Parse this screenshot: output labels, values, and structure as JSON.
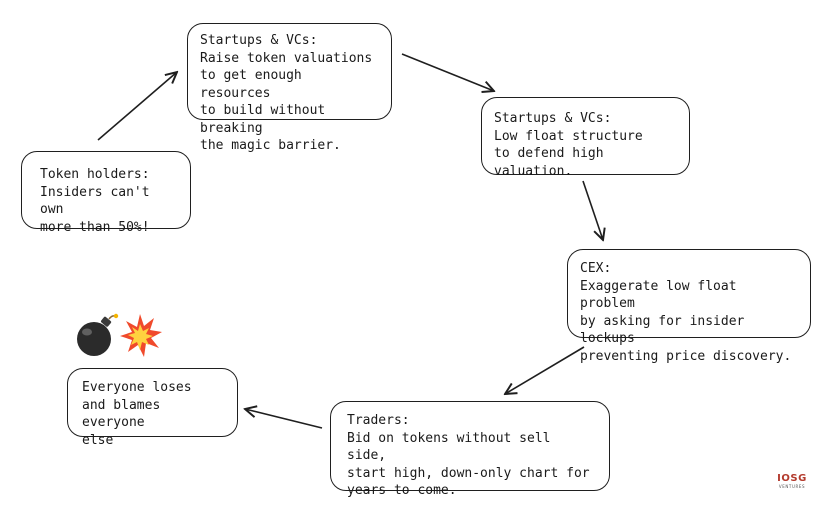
{
  "nodes": {
    "token_holders": "Token holders:\nInsiders can't own\nmore than 50%!",
    "raise_valuations": "Startups & VCs:\nRaise token valuations\nto get enough resources\nto build without breaking\nthe magic barrier.",
    "low_float": "Startups & VCs:\nLow float structure\nto defend high valuation.",
    "cex": "CEX:\nExaggerate low float problem\nby asking for insider lockups\npreventing price discovery.",
    "traders": "Traders:\nBid on tokens without sell side,\nstart high, down-only chart for\nyears to come.",
    "everyone_loses": "Everyone loses\nand blames everyone\nelse"
  },
  "decorations": {
    "emoji": [
      "bomb-icon",
      "explosion-icon"
    ]
  },
  "brand": {
    "name": "IOSG",
    "tagline": "VENTURES",
    "color": "#b33a2c"
  }
}
